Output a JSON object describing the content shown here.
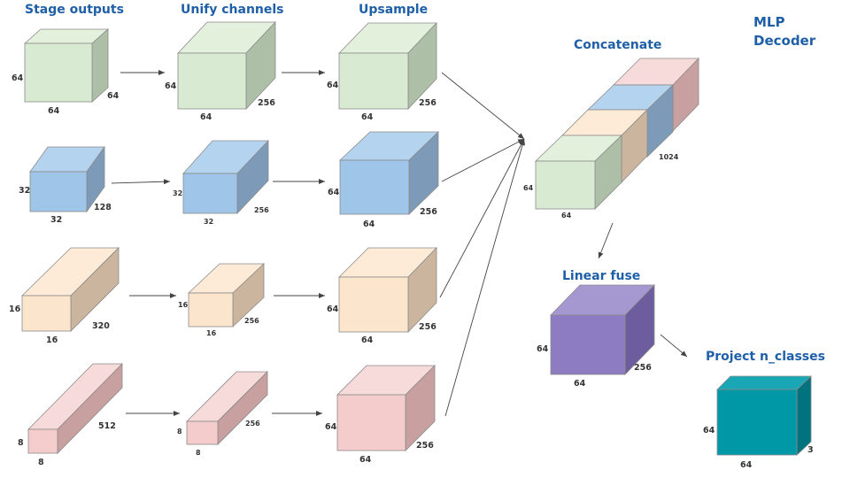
{
  "headers": {
    "stage_outputs": "Stage outputs",
    "unify_channels": "Unify channels",
    "upsample": "Upsample",
    "concatenate": "Concatenate",
    "mlp_line1": "MLP",
    "mlp_line2": "Decoder",
    "linear_fuse": "Linear fuse",
    "project": "Project n_classes"
  },
  "colors": {
    "green_front": "#d9ead3",
    "green_top": "#e3f0dc",
    "green_side": "#aebfa8",
    "blue_front": "#9fc5e8",
    "blue_top": "#b4d3ef",
    "blue_side": "#7d9bb8",
    "peach_front": "#fce5cd",
    "peach_top": "#fdebd7",
    "peach_side": "#cbb59e",
    "pink_front": "#f4cccc",
    "pink_top": "#f7dada",
    "pink_side": "#c8a0a0",
    "purple_front": "#8e7cc3",
    "purple_top": "#a597d0",
    "purple_side": "#6e5d9e",
    "teal_front": "#0097a7",
    "teal_top": "#19a7b5",
    "teal_side": "#00737f"
  },
  "stage_outputs": [
    {
      "h": "64",
      "w": "64",
      "d": "64"
    },
    {
      "h": "32",
      "w": "32",
      "d": "128"
    },
    {
      "h": "16",
      "w": "16",
      "d": "320"
    },
    {
      "h": "8",
      "w": "8",
      "d": "512"
    }
  ],
  "unify": [
    {
      "h": "64",
      "w": "64",
      "d": "256"
    },
    {
      "h": "32",
      "w": "32",
      "d": "256"
    },
    {
      "h": "16",
      "w": "16",
      "d": "256"
    },
    {
      "h": "8",
      "w": "8",
      "d": "256"
    }
  ],
  "upsample": [
    {
      "h": "64",
      "w": "64",
      "d": "256"
    },
    {
      "h": "64",
      "w": "64",
      "d": "256"
    },
    {
      "h": "64",
      "w": "64",
      "d": "256"
    },
    {
      "h": "64",
      "w": "64",
      "d": "256"
    }
  ],
  "concat": {
    "h": "64",
    "w": "64",
    "d": "1024"
  },
  "fuse": {
    "h": "64",
    "w": "64",
    "d": "256"
  },
  "project": {
    "h": "64",
    "w": "64",
    "d": "3"
  }
}
